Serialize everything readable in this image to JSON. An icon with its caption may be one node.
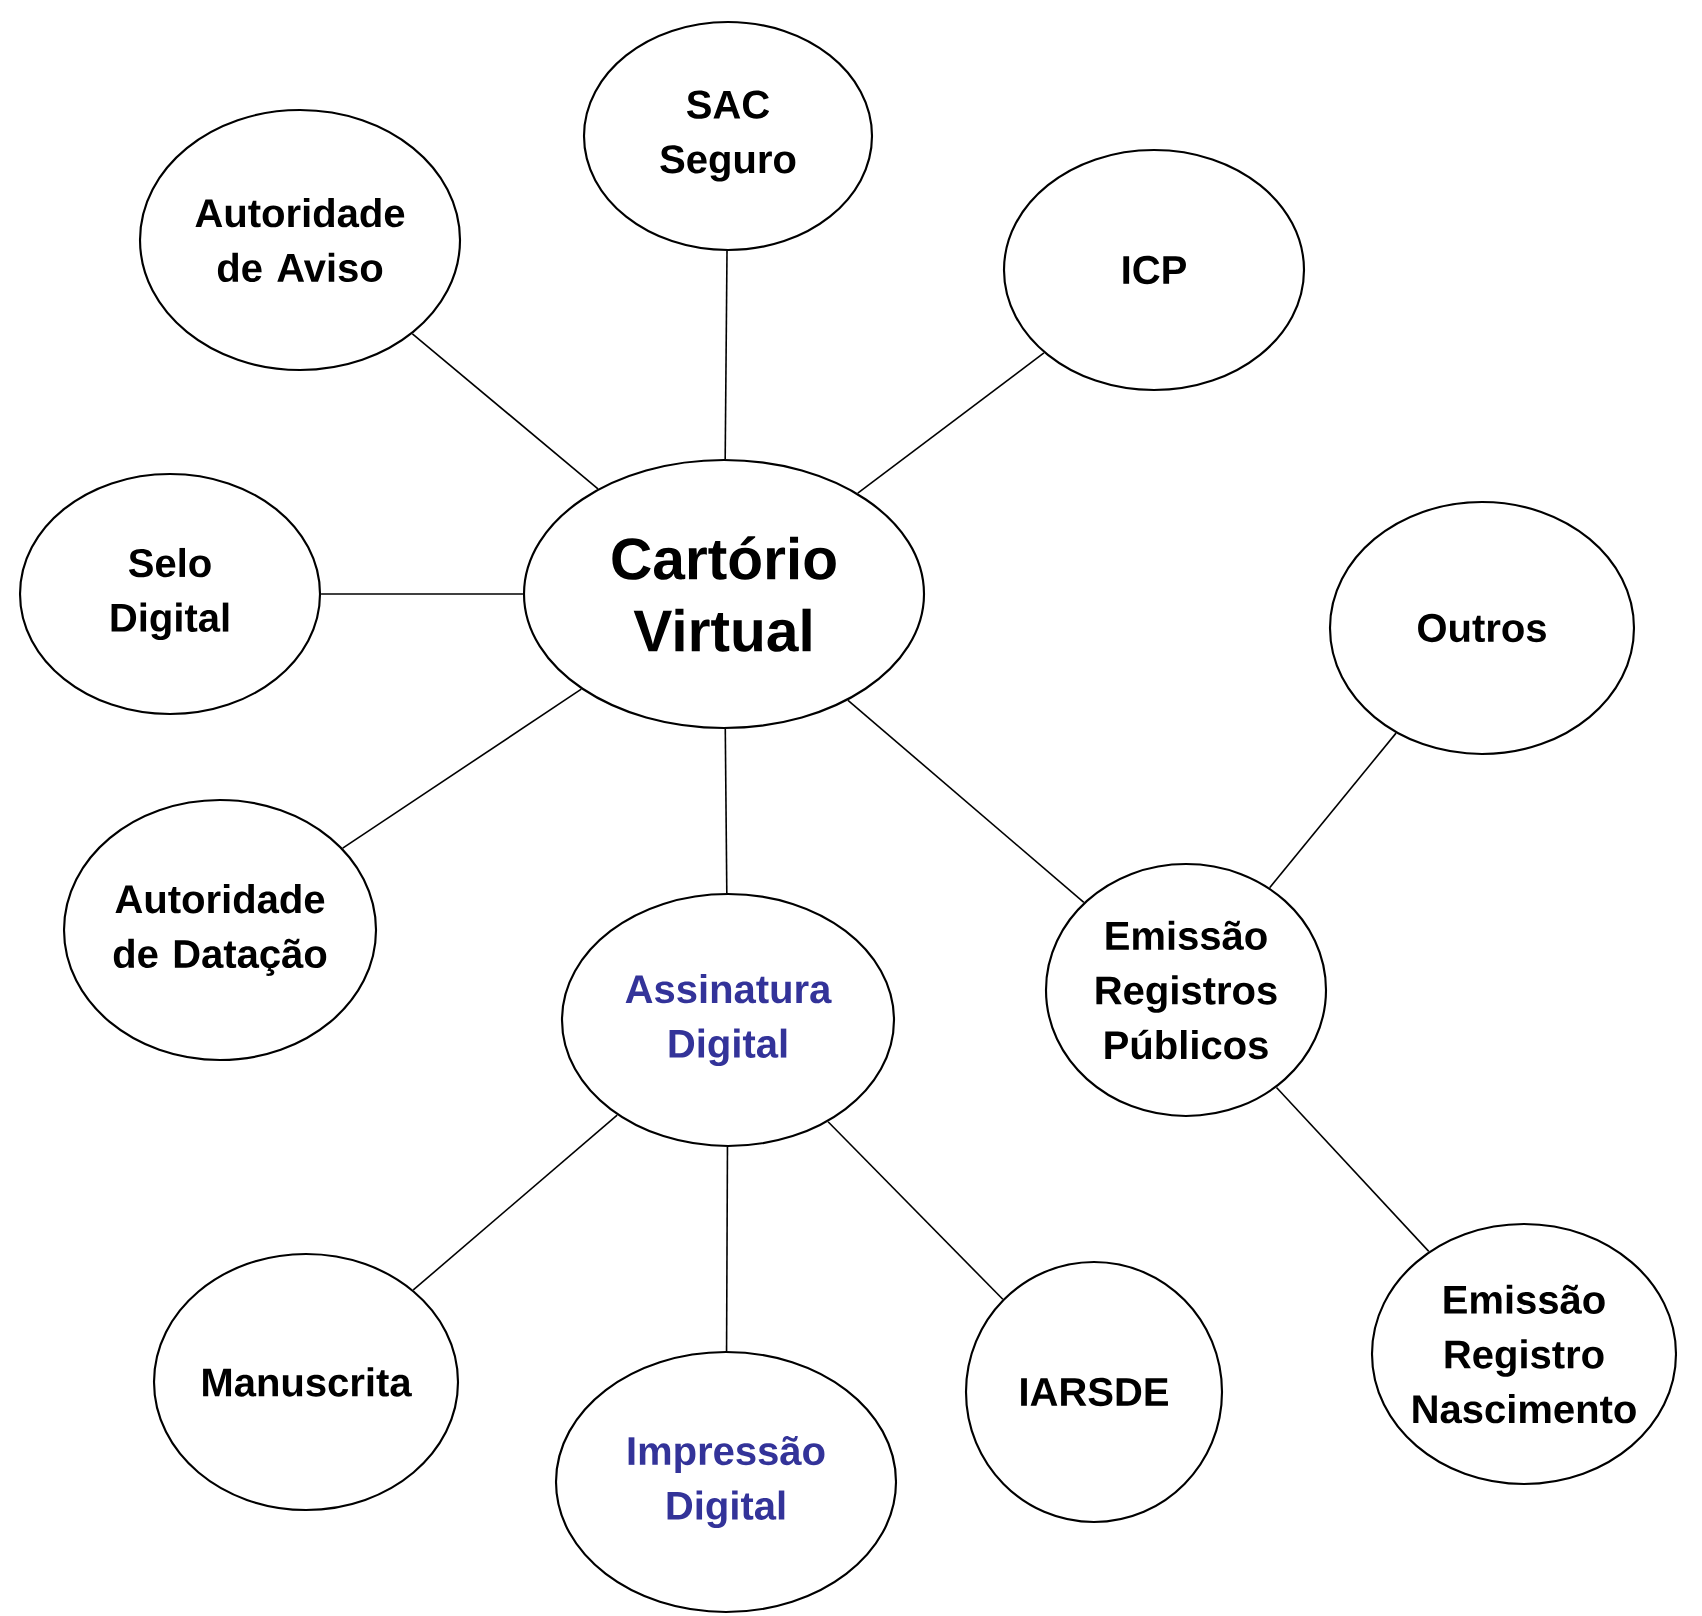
{
  "diagram": {
    "nodes": [
      {
        "text": [
          "Cartório Virtual"
        ]
      },
      {
        "text": [
          "Autoridade de Aviso"
        ]
      },
      {
        "text": [
          "SAC Seguro"
        ]
      },
      {
        "text": [
          "ICP"
        ]
      },
      {
        "text": [
          "Selo Digital"
        ]
      },
      {
        "text": [
          "Autoridade de Datação"
        ]
      },
      {
        "text": [
          "Assinatura Digital"
        ]
      },
      {
        "text": [
          "Emissão Registros Públicos"
        ]
      },
      {
        "text": [
          "Outros"
        ]
      },
      {
        "text": [
          "Manuscrita"
        ]
      },
      {
        "text": [
          "Impressão Digital"
        ]
      },
      {
        "text": [
          "IARSDE"
        ]
      },
      {
        "text": [
          "Emissão Registro Nascimento"
        ]
      }
    ],
    "edges": [
      {
        "from": 0,
        "to": 1,
        "arrow": "none"
      },
      {
        "from": 0,
        "to": 2,
        "arrow": "none"
      },
      {
        "from": 0,
        "to": 3,
        "arrow": "none"
      },
      {
        "from": 0,
        "to": 4,
        "arrow": "none"
      },
      {
        "from": 0,
        "to": 5,
        "arrow": "none"
      },
      {
        "from": 0,
        "to": 6,
        "arrow": "none"
      },
      {
        "from": 0,
        "to": 7,
        "arrow": "none"
      },
      {
        "from": 7,
        "to": 8,
        "arrow": "none"
      },
      {
        "from": 7,
        "to": 12,
        "arrow": "none"
      },
      {
        "from": 6,
        "to": 9,
        "arrow": "none"
      },
      {
        "from": 6,
        "to": 10,
        "arrow": "none"
      },
      {
        "from": 6,
        "to": 11,
        "arrow": "none"
      }
    ]
  }
}
